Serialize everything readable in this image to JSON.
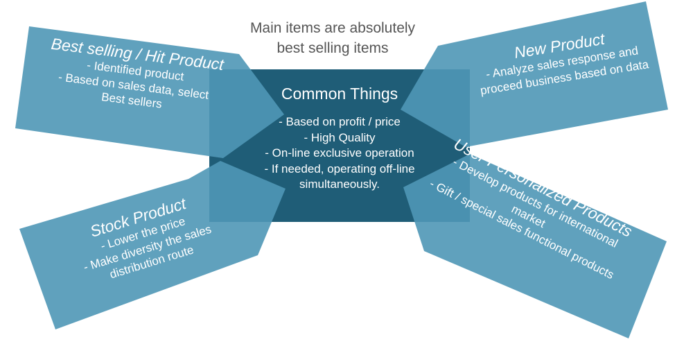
{
  "caption": {
    "line1": "Main items are absolutely",
    "line2": "best selling items"
  },
  "colors": {
    "center": "#1f5d77",
    "arrow": "#4f97b6",
    "text": "#ffffff",
    "caption": "#555555"
  },
  "center": {
    "title": "Common Things",
    "items": [
      "- Based on profit / price",
      "- High Quality",
      "- On-line exclusive operation",
      "- If needed, operating off-line",
      "simultaneously."
    ]
  },
  "arrows": {
    "hit": {
      "title": "Best selling / Hit Product",
      "items": [
        "- Identified product",
        "- Based on sales data, select",
        "Best sellers"
      ]
    },
    "new": {
      "title": "New Product",
      "items": [
        "- Analyze sales response and",
        "proceed business based on data"
      ]
    },
    "stock": {
      "title": "Stock Product",
      "items": [
        "- Lower the price",
        "- Make diversity the sales",
        "distribution route"
      ]
    },
    "user": {
      "title": "User Personalized Products",
      "items": [
        "- Develop products for international",
        "market",
        "- Gift / special sales functional products"
      ]
    }
  }
}
